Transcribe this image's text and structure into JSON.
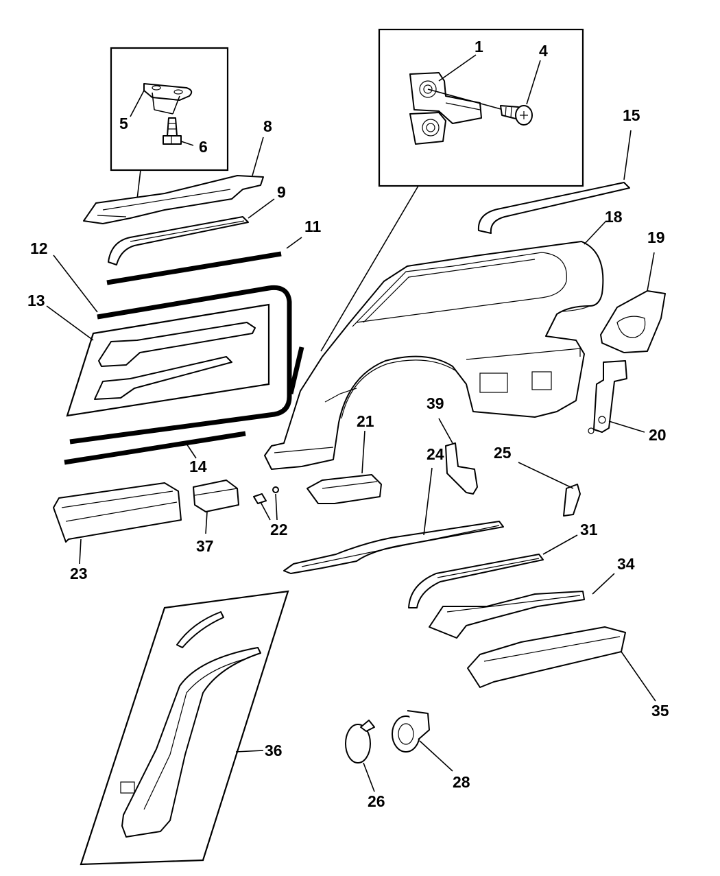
{
  "diagram": {
    "callouts": [
      {
        "id": "c1",
        "label": "1"
      },
      {
        "id": "c4",
        "label": "4"
      },
      {
        "id": "c5",
        "label": "5"
      },
      {
        "id": "c6",
        "label": "6"
      },
      {
        "id": "c8",
        "label": "8"
      },
      {
        "id": "c9",
        "label": "9"
      },
      {
        "id": "c11",
        "label": "11"
      },
      {
        "id": "c12",
        "label": "12"
      },
      {
        "id": "c13",
        "label": "13"
      },
      {
        "id": "c14",
        "label": "14"
      },
      {
        "id": "c15",
        "label": "15"
      },
      {
        "id": "c18",
        "label": "18"
      },
      {
        "id": "c19",
        "label": "19"
      },
      {
        "id": "c20",
        "label": "20"
      },
      {
        "id": "c21",
        "label": "21"
      },
      {
        "id": "c22",
        "label": "22"
      },
      {
        "id": "c23",
        "label": "23"
      },
      {
        "id": "c24",
        "label": "24"
      },
      {
        "id": "c25",
        "label": "25"
      },
      {
        "id": "c26",
        "label": "26"
      },
      {
        "id": "c28",
        "label": "28"
      },
      {
        "id": "c31",
        "label": "31"
      },
      {
        "id": "c34",
        "label": "34"
      },
      {
        "id": "c35",
        "label": "35"
      },
      {
        "id": "c36",
        "label": "36"
      },
      {
        "id": "c37",
        "label": "37"
      },
      {
        "id": "c39",
        "label": "39"
      }
    ],
    "line_color": "#000000",
    "background_color": "#ffffff"
  }
}
